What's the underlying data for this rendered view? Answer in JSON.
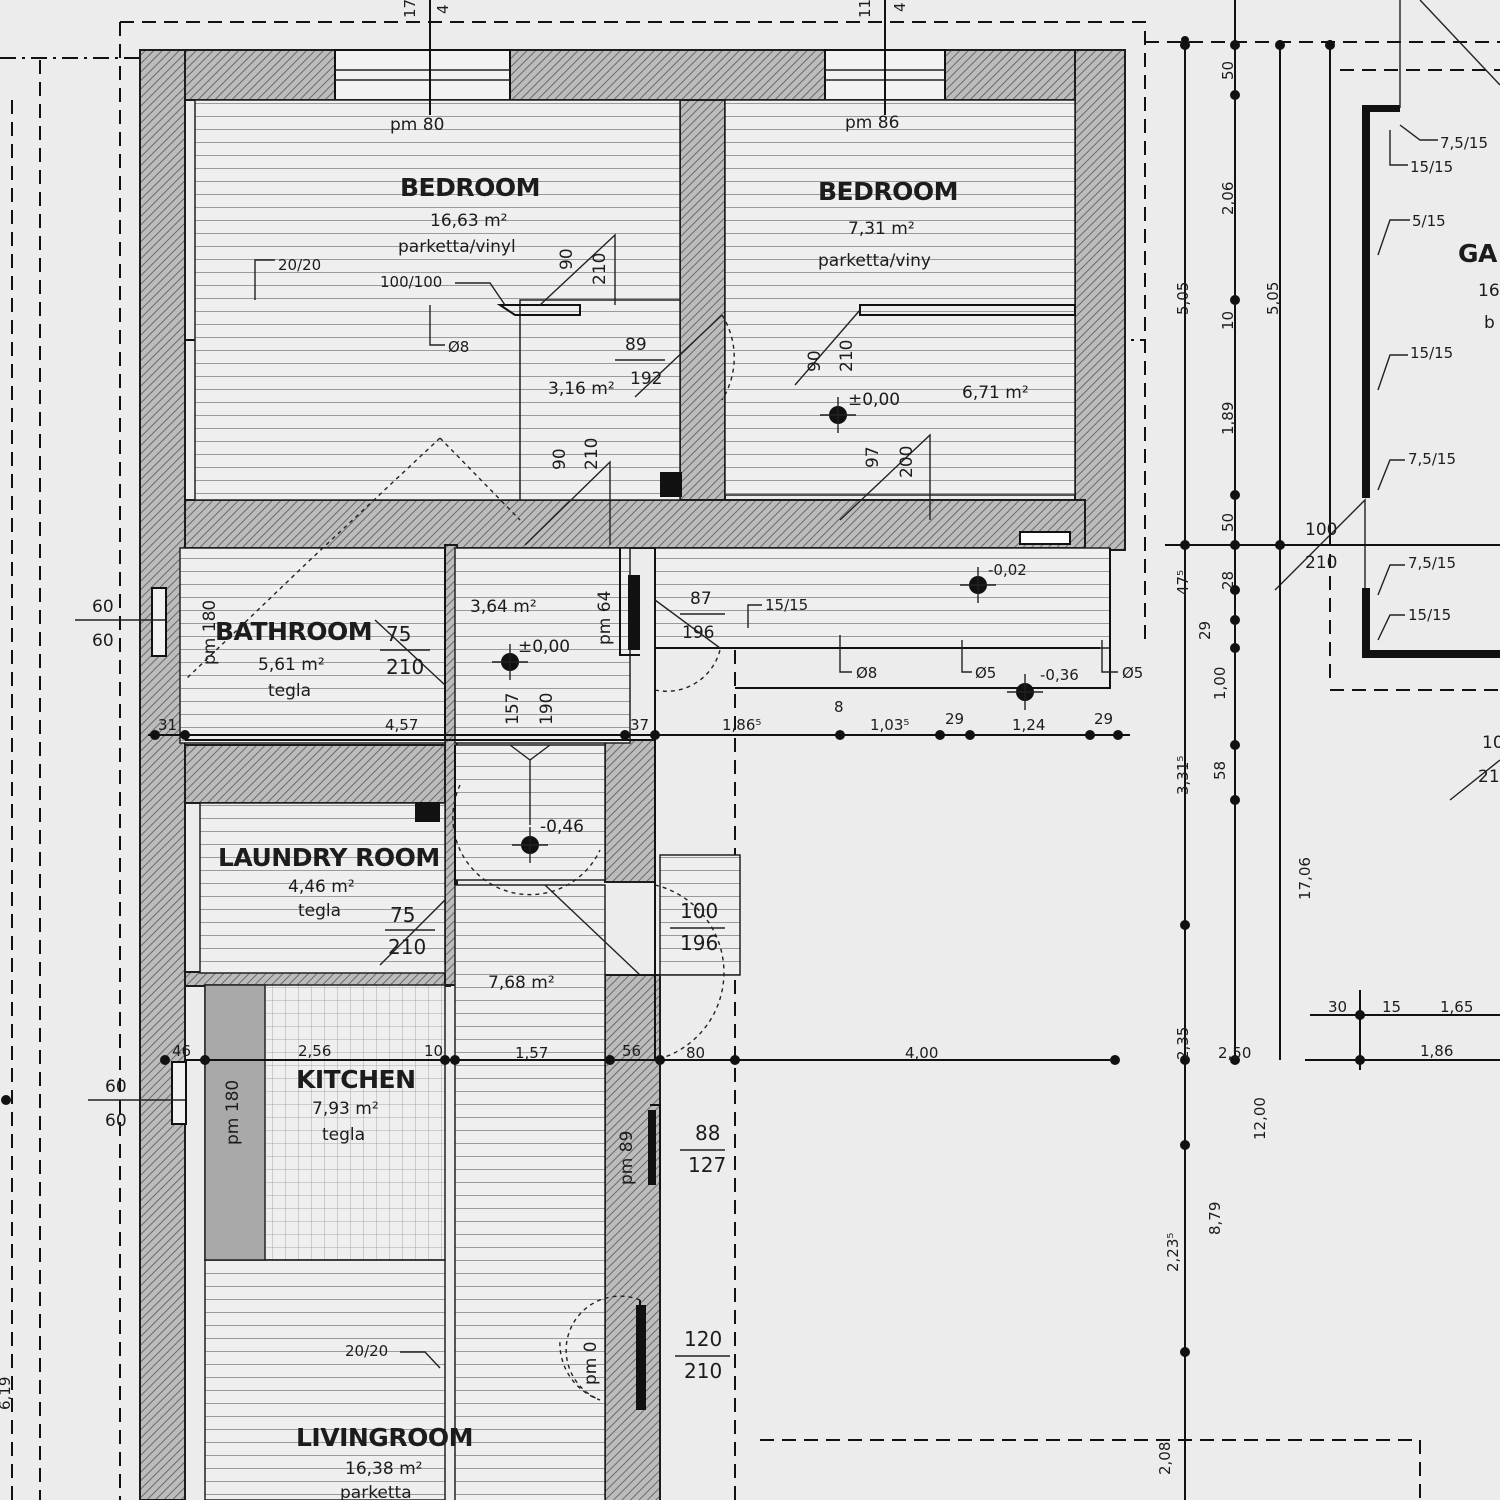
{
  "rooms": {
    "bedroom_left": {
      "title": "BEDROOM",
      "area": "16,63 m²",
      "floor": "parketta/vinyl",
      "window": "pm 80"
    },
    "bedroom_right": {
      "title": "BEDROOM",
      "area": "7,31 m²",
      "floor": "parketta/viny",
      "window": "pm 86"
    },
    "closet": {
      "area": "3,16 m²"
    },
    "bedroom_right_annex": {
      "area": "6,71 m²",
      "level": "±0,00"
    },
    "bathroom": {
      "title": "BATHROOM",
      "area": "5,61 m²",
      "floor": "tegla",
      "window": "pm 180"
    },
    "hall": {
      "area": "3,64 m²",
      "level": "±0,00",
      "window": "pm 64"
    },
    "laundry": {
      "title": "LAUNDRY ROOM",
      "area": "4,46 m²",
      "floor": "tegla"
    },
    "corridor": {
      "area": "7,68 m²",
      "level": "-0,46"
    },
    "kitchen": {
      "title": "KITCHEN",
      "area": "7,93 m²",
      "floor": "tegla",
      "window": "pm 180"
    },
    "livingroom": {
      "title": "LIVINGROOM",
      "area": "16,38 m²",
      "floor": "parketta"
    },
    "garage": {
      "title": "GA",
      "area": "16",
      "floor": "b"
    }
  },
  "labels": {
    "sec_20_20_a": "20/20",
    "sec_100_100": "100/100",
    "dia_8_a": "Ø8",
    "d1_w": "90",
    "d1_h": "210",
    "d2_w": "89",
    "d2_h": "192",
    "d3_w": "90",
    "d3_h": "210",
    "d4_w": "90",
    "d4_h": "210",
    "d5_w": "97",
    "d5_h": "200",
    "d6_w": "75",
    "d6_h": "210",
    "d7_w": "87",
    "d7_h": "196",
    "sec_15_15_a": "15/15",
    "dia_8_b": "Ø8",
    "dia_5_a": "Ø5",
    "dia_5_b": "Ø5",
    "lvl_m002": "-0,02",
    "lvl_m036": "-0,36",
    "stair_w": "157",
    "stair_h": "190",
    "d8_w": "75",
    "d8_h": "210",
    "d9_w": "100",
    "d9_h": "196",
    "d10_w": "88",
    "d10_h": "127",
    "win_pm89": "pm 89",
    "d11_w": "120",
    "d11_h": "210",
    "win_pm0": "pm 0",
    "sec_20_20_b": "20/20",
    "win_60_a": "60",
    "win_60_b": "60",
    "win_60_c": "60",
    "win_60_d": "60",
    "dim_31": "31",
    "dim_457": "4,57",
    "dim_37": "37",
    "dim_186": "1,86⁵",
    "dim_8": "8",
    "dim_103": "1,03⁵",
    "dim_29a": "29",
    "dim_124": "1,24",
    "dim_29b": "29",
    "dim_46": "46",
    "dim_256": "2,56",
    "dim_10": "10",
    "dim_157": "1,57",
    "dim_56": "56",
    "dim_80": "80",
    "dim_400": "4,00",
    "vdim_17": "17",
    "vdim_4a": "4",
    "vdim_11": "11",
    "vdim_4b": "4",
    "vdim_505a": "5,05",
    "vdim_206": "2,06",
    "vdim_50a": "50",
    "vdim_10": "10",
    "vdim_505b": "5,05",
    "vdim_189": "1,89",
    "vdim_50b": "50",
    "vdim_47": "47⁵",
    "vdim_28": "28",
    "vdim_29": "29",
    "vdim_100": "1,00",
    "vdim_58": "58",
    "vdim_331": "3,31⁵",
    "vdim_1706": "17,06",
    "vdim_235": "2,35",
    "vdim_250": "2,50",
    "vdim_1200": "12,00",
    "vdim_879": "8,79",
    "vdim_223": "2,23⁵",
    "vdim_208": "2,08",
    "vdim_619": "6,19",
    "g_75_15_a": "7,5/15",
    "g_15_15_a": "15/15",
    "g_5_15": "5/15",
    "g_15_15_b": "15/15",
    "g_75_15_b": "7,5/15",
    "g_100": "100",
    "g_210": "210",
    "g_75_15_c": "7,5/15",
    "g_15_15_c": "15/15",
    "g_10": "10",
    "g_21": "21",
    "g_30": "30",
    "g_15": "15",
    "g_165": "1,65",
    "g_186": "1,86"
  }
}
